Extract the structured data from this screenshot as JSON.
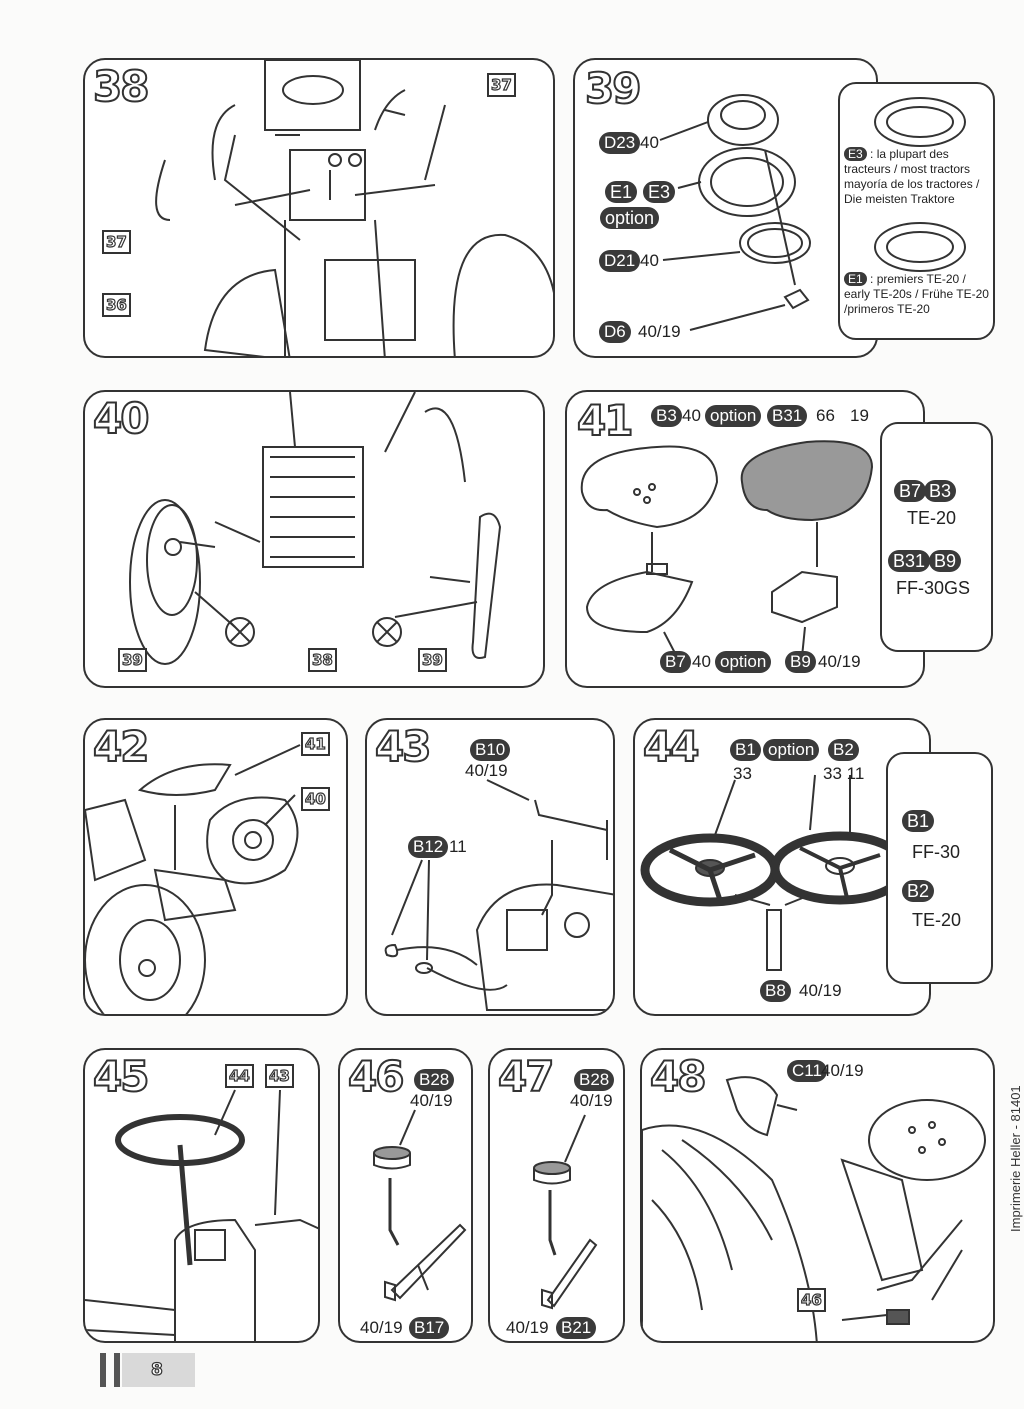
{
  "steps": {
    "s38": {
      "num": "38",
      "refs": [
        "37",
        "37",
        "36"
      ]
    },
    "s39": {
      "num": "39",
      "parts": [
        {
          "code": "D23",
          "qty": "40"
        },
        {
          "code": "E1",
          "code2": "E3",
          "opt": "option"
        },
        {
          "code": "D21",
          "qty": "40"
        },
        {
          "code": "D6",
          "qty": "40/19"
        }
      ],
      "note_e3": {
        "code": "E3",
        "text": ": la plupart des tracteurs / most tractors mayoría de los tractores / Die meisten Traktore"
      },
      "note_e1": {
        "code": "E1",
        "text": ": premiers TE-20 / early TE-20s / Frühe TE-20 /primeros TE-20"
      }
    },
    "s40": {
      "num": "40",
      "refs": [
        "39",
        "38",
        "39"
      ]
    },
    "s41": {
      "num": "41",
      "top": {
        "code": "B3",
        "qty": "40",
        "opt": "option",
        "code2": "B31",
        "qty2": "66",
        "qty3": "19"
      },
      "bottom": {
        "code": "B7",
        "qty": "40",
        "opt": "option",
        "code2": "B9",
        "qty2": "40/19"
      },
      "side": [
        {
          "a": "B7",
          "b": "B3",
          "label": "TE-20"
        },
        {
          "a": "B31",
          "b": "B9",
          "label": "FF-30GS"
        }
      ]
    },
    "s42": {
      "num": "42",
      "refs": [
        "41",
        "40"
      ]
    },
    "s43": {
      "num": "43",
      "parts": [
        {
          "code": "B10",
          "qty": "40/19"
        },
        {
          "code": "B12",
          "qty": "11"
        }
      ]
    },
    "s44": {
      "num": "44",
      "top": {
        "code": "B1",
        "opt": "option",
        "code2": "B2",
        "qty": "33",
        "qty2": "33 11"
      },
      "bottom": {
        "code": "B8",
        "qty": "40/19"
      },
      "side": [
        {
          "code": "B1",
          "label": "FF-30"
        },
        {
          "code": "B2",
          "label": "TE-20"
        }
      ]
    },
    "s45": {
      "num": "45",
      "refs": [
        "44",
        "43"
      ]
    },
    "s46": {
      "num": "46",
      "top": {
        "code": "B28",
        "qty": "40/19"
      },
      "bottom": {
        "code": "B17",
        "qty": "40/19"
      }
    },
    "s47": {
      "num": "47",
      "top": {
        "code": "B28",
        "qty": "40/19"
      },
      "bottom": {
        "code": "B21",
        "qty": "40/19"
      }
    },
    "s48": {
      "num": "48",
      "top": {
        "code": "C11",
        "qty": "40/19"
      },
      "ref": "46"
    }
  },
  "footer": {
    "page": "8",
    "printer": "Imprimerie Heller - 81401"
  }
}
